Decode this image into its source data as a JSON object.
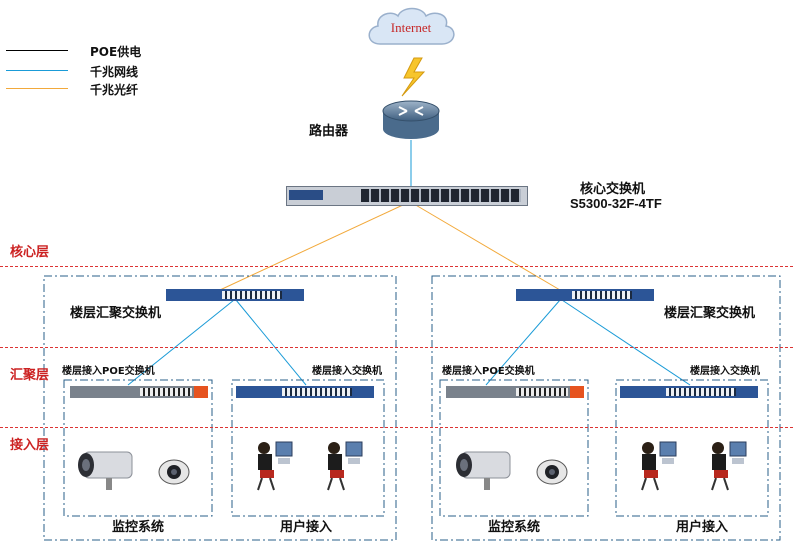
{
  "legend": [
    {
      "label": "POE供电",
      "color": "#000000"
    },
    {
      "label": "千兆网线",
      "color": "#1a9bd7"
    },
    {
      "label": "千兆光纤",
      "color": "#f2a93b"
    }
  ],
  "cloud": {
    "label": "Internet"
  },
  "router": {
    "label": "路由器"
  },
  "core_switch": {
    "label": "核心交换机",
    "model": "S5300-32F-4TF"
  },
  "layers": {
    "core": "核心层",
    "aggregation": "汇聚层",
    "access": "接入层"
  },
  "buildings": [
    {
      "aggregation_label": "楼层汇聚交换机",
      "poe_switch_label": "楼层接入POE交换机",
      "access_switch_label": "楼层接入交换机",
      "surveillance_label": "监控系统",
      "user_label": "用户接入"
    },
    {
      "aggregation_label": "楼层汇聚交换机",
      "poe_switch_label": "楼层接入POE交换机",
      "access_switch_label": "楼层接入交换机",
      "surveillance_label": "监控系统",
      "user_label": "用户接入"
    }
  ]
}
